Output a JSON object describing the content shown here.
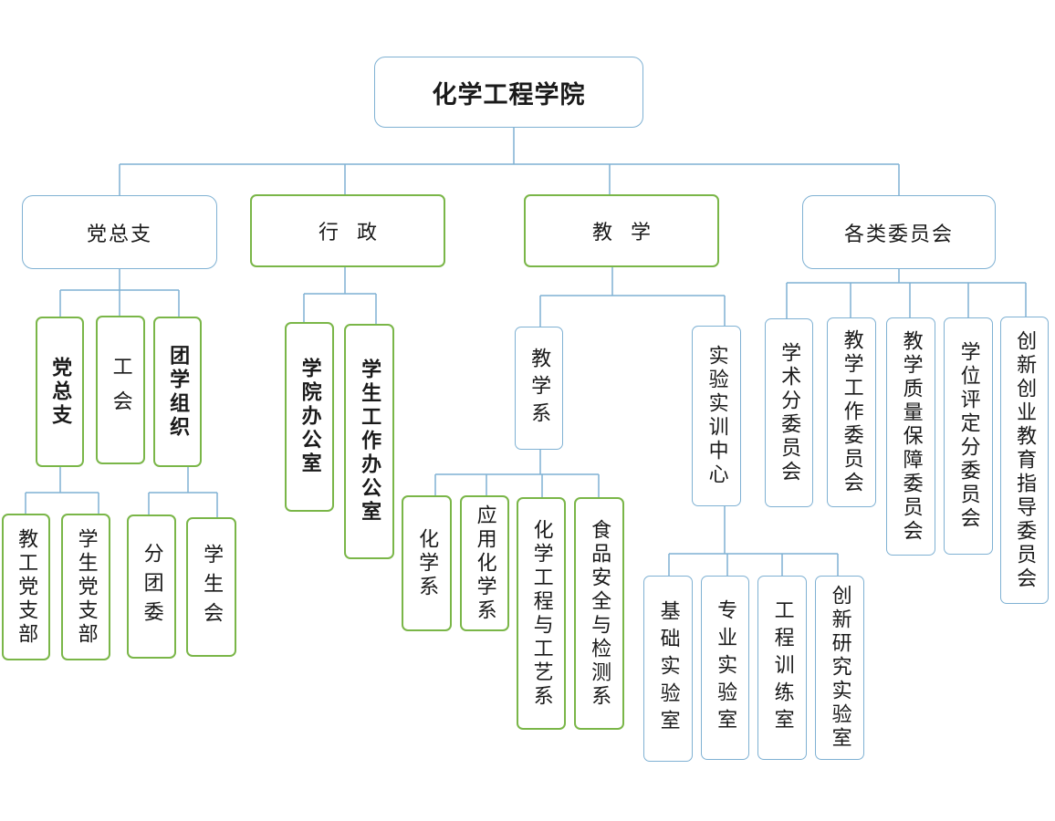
{
  "root": "化学工程学院",
  "level1": {
    "party": "党总支",
    "admin": "行政",
    "teaching": "教学",
    "committees": "各类委员会"
  },
  "party_units": {
    "branch": "党总支",
    "union": "工会",
    "league": "团学组织"
  },
  "party_sub": {
    "staff_branch": "教工党支部",
    "student_branch": "学生党支部",
    "league_committee": "分团委",
    "student_union": "学生会"
  },
  "admin_units": {
    "office": "学院办公室",
    "student_office": "学生工作办公室"
  },
  "teaching_units": {
    "departments": "教学系",
    "lab_center": "实验实训中心"
  },
  "departments": {
    "chem": "化学系",
    "applied_chem": "应用化学系",
    "chem_eng": "化学工程与工艺系",
    "food_safety": "食品安全与检测系"
  },
  "labs": {
    "basic": "基础实验室",
    "professional": "专业实验室",
    "engineering": "工程训练室",
    "innovation": "创新研究实验室"
  },
  "committees": {
    "academic": "学术分委员会",
    "teaching_work": "教学工作委员会",
    "quality": "教学质量保障委员会",
    "degree": "学位评定分委员会",
    "innovation_edu": "创新创业教育指导委员会"
  }
}
